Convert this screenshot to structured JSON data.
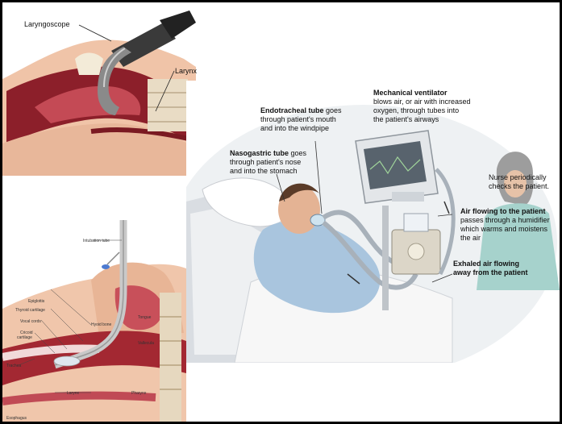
{
  "top_left_panel": {
    "labels": {
      "laryngoscope": "Laryngoscope",
      "larynx": "Larynx"
    }
  },
  "bottom_left_panel": {
    "labels": {
      "intubation_tube": "Intubation tube",
      "epiglottis": "Epiglottis",
      "thyroid_cartilage": "Thyroid cartilage",
      "vocal_cords": "Vocal cords",
      "cricoid_cartilage_1": "Cricoid",
      "cricoid_cartilage_2": "cartilage",
      "trachea": "Trachea",
      "hyoid_bone": "Hyoid bone",
      "tongue": "Tongue",
      "vallecula": "Vallecula",
      "larynx": "Larynx",
      "pharynx": "Pharynx",
      "esophagus": "Esophagus"
    }
  },
  "right_panel": {
    "labels": {
      "ventilator_title": "Mechanical ventilator",
      "ventilator_desc_1": "blows air, or air with increased",
      "ventilator_desc_2": "oxygen, through tubes into",
      "ventilator_desc_3": "the patient's airways",
      "et_tube_title": "Endotracheal tube",
      "et_tube_title_rest": " goes",
      "et_tube_desc_1": "through patient's mouth",
      "et_tube_desc_2": "and into the windpipe",
      "ng_tube_title": "Nasogastric tube",
      "ng_tube_title_rest": " goes",
      "ng_tube_desc_1": "through patient's nose",
      "ng_tube_desc_2": "and into the stomach",
      "nurse_1": "Nurse periodically",
      "nurse_2": "checks the patient.",
      "air_to_title": "Air flowing to the patient",
      "air_to_desc_1": "passes through a humidifier",
      "air_to_desc_2": "which warms and moistens",
      "air_to_desc_3": "the air",
      "exhaled_1": "Exhaled air flowing",
      "exhaled_2": "away from the patient"
    }
  }
}
